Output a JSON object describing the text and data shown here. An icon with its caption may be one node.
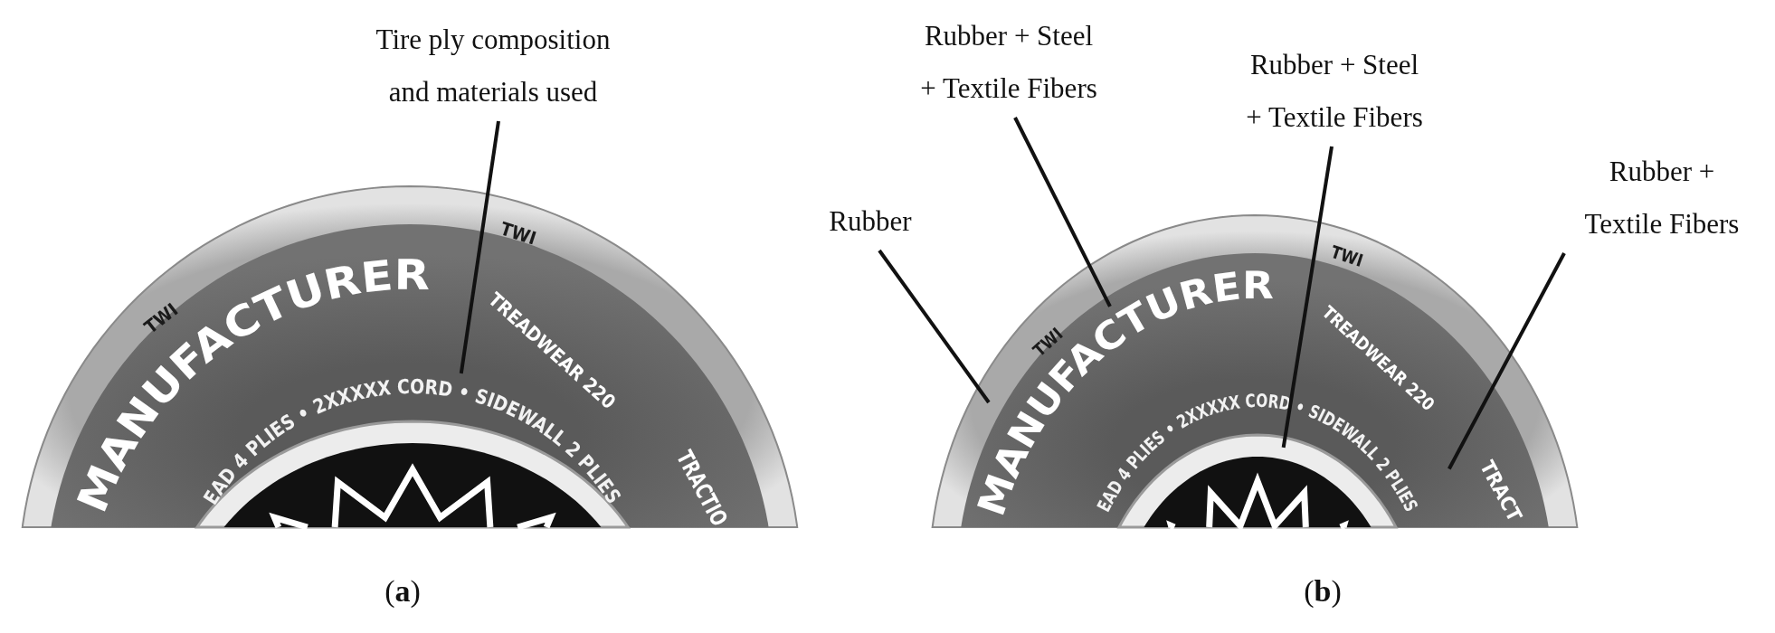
{
  "diagram": {
    "nodes": [
      {
        "text": [
          "Tire ply composition and materials used"
        ]
      },
      {
        "text": [
          "Rubber"
        ]
      },
      {
        "text": [
          "Rubber + Steel + Textile Fibers"
        ]
      },
      {
        "text": [
          "Rubber + Steel + Textile Fibers"
        ]
      },
      {
        "text": [
          "Rubber + Textile Fibers"
        ]
      },
      {
        "text": [
          "EAD 4 PLIES • 2XXXXX CORD • SIDEWALL 2 PLIES"
        ]
      },
      {
        "text": [],
        "shape": "ring"
      },
      {
        "text": [],
        "shape": "ring",
        "in": 6
      },
      {
        "text": [],
        "shape": "ring",
        "in": 7
      }
    ],
    "edges": [
      {
        "from": 0,
        "to": 5,
        "arrow": "none"
      },
      {
        "from": 1,
        "to": 6,
        "arrow": "none"
      },
      {
        "from": 2,
        "to": 7,
        "arrow": "none"
      },
      {
        "from": 3,
        "to": 8,
        "arrow": "none"
      },
      {
        "from": 4,
        "to": 7,
        "arrow": "none"
      }
    ],
    "labels": [
      "TWI",
      "MANUFACTURER",
      "TWI",
      "TREADWEAR 220",
      "TRACTIO",
      "(**a**)",
      "TWI",
      "MANUFACTURER",
      "TWI",
      "TREADWEAR 220",
      "TRACT",
      "EAD 4 PLIES • 2XXXXX CORD • SIDEWALL 2 PLIES",
      "(**b**)"
    ]
  }
}
